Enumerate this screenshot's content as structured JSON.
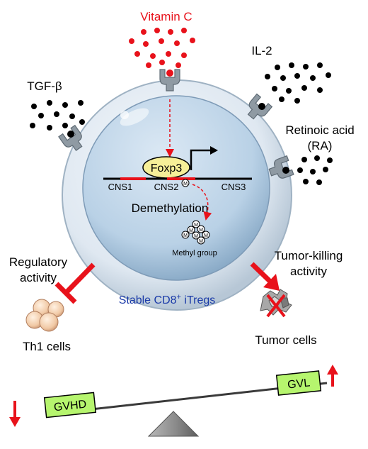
{
  "signals": {
    "vitamin_c": "Vitamin C",
    "il2": "IL-2",
    "tgf_beta": "TGF-β",
    "retinoic_acid_line1": "Retinoic acid",
    "retinoic_acid_line2": "(RA)"
  },
  "gene": {
    "foxp3": "Foxp3",
    "cns1": "CNS1",
    "cns2": "CNS2",
    "cns3": "CNS3",
    "methyl_mark": "M",
    "demethylation": "Demethylation",
    "methyl_group": "Methyl group"
  },
  "cell": {
    "label_main": "Stable CD8",
    "label_sup": "+",
    "label_rest": " iTregs"
  },
  "effects": {
    "regulatory_line1": "Regulatory",
    "regulatory_line2": "activity",
    "th1_cells": "Th1 cells",
    "tumor_killing_line1": "Tumor-killing",
    "tumor_killing_line2": "activity",
    "tumor_cells": "Tumor cells"
  },
  "balance": {
    "gvhd": "GVHD",
    "gvl": "GVL"
  },
  "colors": {
    "red_accent": "#e8121b",
    "blue_label": "#1a3aa8",
    "box_green": "#b6f56e",
    "foxp3_yellow": "#f6ef98",
    "cell_blue": "#b9d1e6",
    "receptor_gray": "#8f9aa3"
  }
}
